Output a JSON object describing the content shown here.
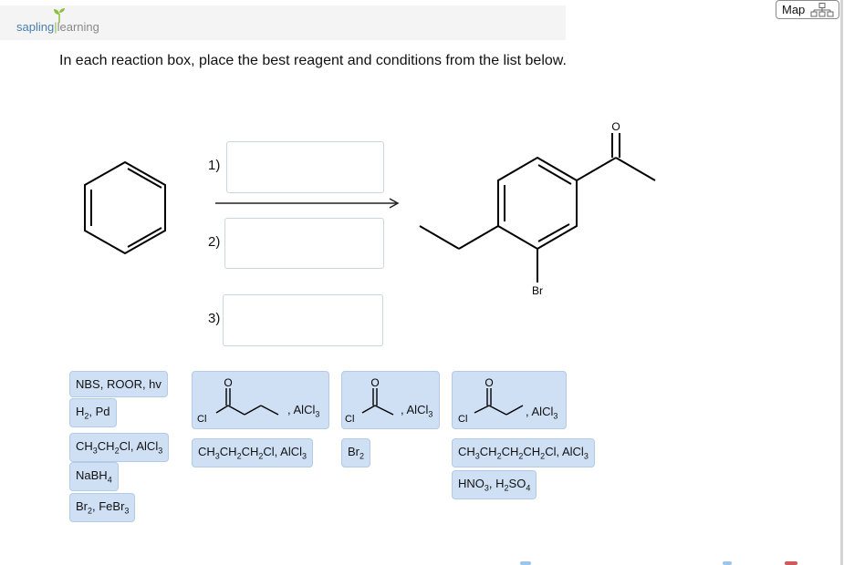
{
  "header": {
    "logo_sapling": "sapling",
    "logo_learning": "learning",
    "map_button_label": "Map"
  },
  "instruction": "In each reaction box, place the best reagent and conditions from the list below.",
  "reaction": {
    "steps": [
      {
        "label": "1)"
      },
      {
        "label": "2)"
      },
      {
        "label": "3)"
      }
    ],
    "product_substituent_label": "Br",
    "product_carbonyl_label": "O"
  },
  "reagents": {
    "nbs": "NBS, ROOR, hv",
    "h2_pd": "H2, Pd",
    "ch3ch2cl": "CH3CH2Cl, AlCl3",
    "nabh4": "NaBH4",
    "br2_febr3": "Br2, FeBr3",
    "butanoyl_chloride": {
      "cl": "Cl",
      "o": "O",
      "suffix": ", AlCl3"
    },
    "propyl_chloride": "CH3CH2CH2Cl, AlCl3",
    "acetyl_chloride": {
      "cl": "Cl",
      "o": "O",
      "suffix": ", AlCl3"
    },
    "br2": "Br2",
    "propanoyl_chloride": {
      "cl": "Cl",
      "o": "O",
      "suffix": ", AlCl3"
    },
    "butyl_chloride": "CH3CH2CH2CH2Cl, AlCl3",
    "hno3_h2so4": "HNO3, H2SO4"
  },
  "colors": {
    "tile_bg": "#cfe0f5",
    "tile_border": "#b3cbe6",
    "logo_blue": "#4a7fb0",
    "logo_green": "#8cbf3f"
  }
}
